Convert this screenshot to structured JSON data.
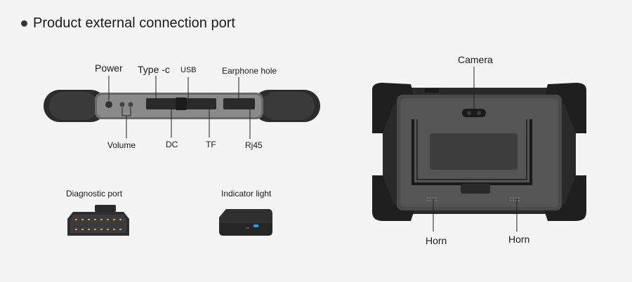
{
  "title": "Product external connection port",
  "side_view": {
    "labels": {
      "power": "Power",
      "type_c": "Type -c",
      "usb": "USB",
      "earphone": "Earphone hole",
      "volume": "Volume",
      "dc": "DC",
      "tf": "TF",
      "rj45": "Rj45"
    }
  },
  "ports": {
    "diagnostic": "Diagnostic port",
    "indicator": "Indicator light"
  },
  "back_view": {
    "camera": "Camera",
    "horn_left": "Horn",
    "horn_right": "Horn"
  }
}
